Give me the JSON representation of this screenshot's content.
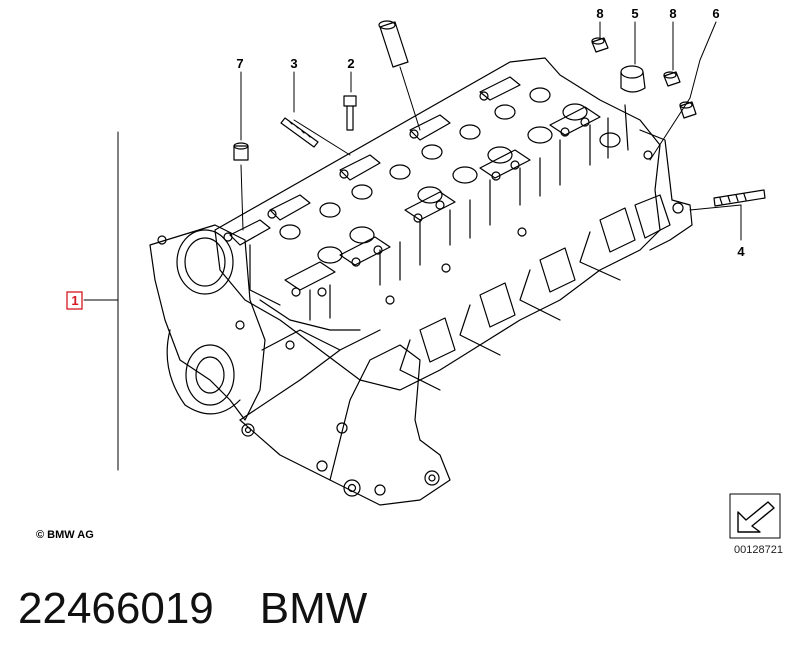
{
  "callouts": [
    {
      "id": "c8a",
      "label": "8"
    },
    {
      "id": "c5",
      "label": "5"
    },
    {
      "id": "c8b",
      "label": "8"
    },
    {
      "id": "c6",
      "label": "6"
    },
    {
      "id": "c7",
      "label": "7"
    },
    {
      "id": "c3",
      "label": "3"
    },
    {
      "id": "c2",
      "label": "2"
    },
    {
      "id": "c4",
      "label": "4"
    },
    {
      "id": "c1",
      "label": "1"
    }
  ],
  "copyright": "© BMW AG",
  "reference_code": "00128721",
  "caption": {
    "part_number": "22466019",
    "brand": "BMW"
  },
  "colors": {
    "line": "#000000",
    "callout_box": "#d6181f"
  }
}
